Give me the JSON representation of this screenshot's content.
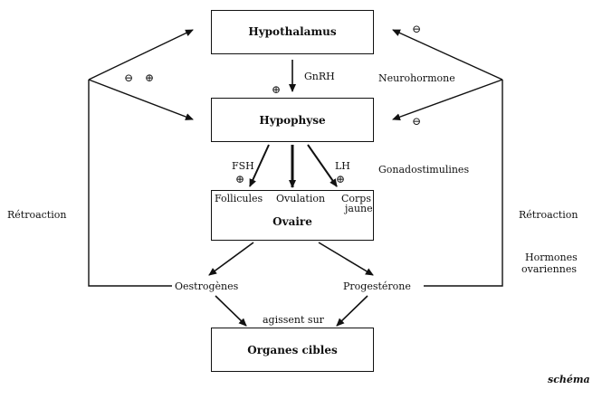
{
  "boxes": {
    "hypothalamus": "Hypothalamus",
    "hypophyse": "Hypophyse",
    "ovaire": "Ovaire",
    "organes": "Organes cibles"
  },
  "ovaire_parts": {
    "follicules": "Follicules",
    "ovulation": "Ovulation",
    "corps_line1": "Corps",
    "corps_line2": "jaune"
  },
  "labels": {
    "gnrh": "GnRH",
    "neurohormone": "Neurohormone",
    "fsh": "FSH",
    "lh": "LH",
    "gonadostimulines": "Gonadostimulines",
    "retroaction_left": "Rétroaction",
    "retroaction_right": "Rétroaction",
    "hormones_line1": "Hormones",
    "hormones_line2": "ovariennes",
    "oestrogenes": "Oestrogènes",
    "progesterone": "Progestérone",
    "agissent": "agissent sur",
    "schema": "schéma"
  },
  "signs": {
    "plus": "⊕",
    "minus": "⊖"
  },
  "colors": {
    "ink": "#111111",
    "background": "#ffffff"
  }
}
